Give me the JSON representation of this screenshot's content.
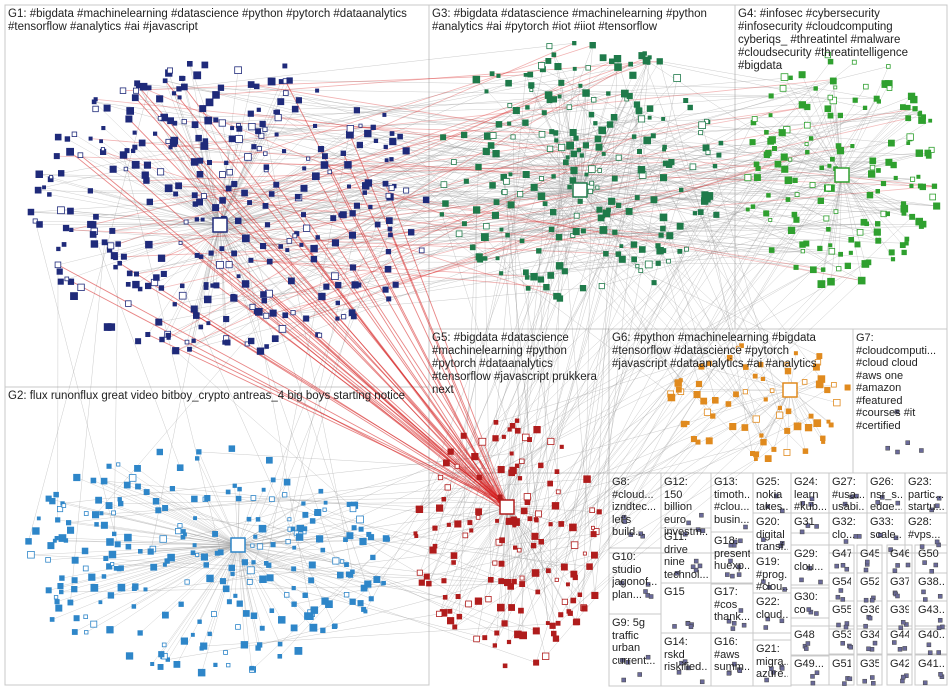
{
  "graph": {
    "groups": [
      {
        "id": "G1",
        "label": "G1: #bigdata #machinelearning #datascience #python #pytorch #dataanalytics\n#tensorflow #analytics #ai #javascript",
        "color": "#1f2a7a"
      },
      {
        "id": "G2",
        "label": "G2: flux runonflux great video bitboy_crypto antreas_4 big boys starting notice",
        "color": "#2e86c9"
      },
      {
        "id": "G3",
        "label": "G3: #bigdata #datascience #machinelearning #python\n#analytics #ai #pytorch #iot #iiot #tensorflow",
        "color": "#1f7a4a"
      },
      {
        "id": "G4",
        "label": "G4: #infosec #cybersecurity\n#infosecurity #cloudcomputing\ncyberiqs_ #threatintel #malware\n#cloudsecurity #threatintelligence\n#bigdata",
        "color": "#2fa02f"
      },
      {
        "id": "G5",
        "label": "G5: #bigdata #datascience\n#machinelearning #python\n#pytorch #dataanalytics\n#tensorflow #javascript prukkera\nnext",
        "color": "#b01c1c"
      },
      {
        "id": "G6",
        "label": "G6: #python #machinelearning #bigdata\n#tensorflow #datascience #pytorch\n#javascript #dataanalytics #ai #analytics",
        "color": "#e08a1e"
      },
      {
        "id": "G7",
        "label": "G7:\n#cloudcomputi...\n#cloud cloud\n#aws one\n#amazon\n#featured\n#courses #it\n#certified",
        "color": "#888888"
      },
      {
        "id": "G8",
        "label": "G8:\n#cloud...\niznd​tec...\nlet's\nbuild...",
        "color": "#888888"
      },
      {
        "id": "G12",
        "label": "G12: 150\nbillion\neuro\ninvestm...",
        "color": "#888888"
      },
      {
        "id": "G13",
        "label": "G13:\ntimoth...\n#clou...\nbusin...",
        "color": "#888888"
      },
      {
        "id": "G25",
        "label": "G25:\nnokia\ntakes...",
        "color": "#888888"
      },
      {
        "id": "G24",
        "label": "G24:\nlearn\n#kub...",
        "color": "#888888"
      },
      {
        "id": "G27",
        "label": "G27:\n#usa...\nusabi...",
        "color": "#888888"
      },
      {
        "id": "G26",
        "label": "G26:\nnsr_s...\nedge...",
        "color": "#888888"
      },
      {
        "id": "G23",
        "label": "G23:\npartic...\nstartu...",
        "color": "#888888"
      },
      {
        "id": "G11",
        "label": "G11:\ndrive\nnine\ntechnol...",
        "color": "#888888"
      },
      {
        "id": "G18",
        "label": "G18:\npresent\nhuexp...",
        "color": "#888888"
      },
      {
        "id": "G20",
        "label": "G20:\ndigital\ntransf...",
        "color": "#888888"
      },
      {
        "id": "G31",
        "label": "G31",
        "color": "#888888"
      },
      {
        "id": "G32",
        "label": "G32:\nclo...",
        "color": "#888888"
      },
      {
        "id": "G33",
        "label": "G33:\nscale...",
        "color": "#888888"
      },
      {
        "id": "G28",
        "label": "G28:\n#vps...",
        "color": "#888888"
      },
      {
        "id": "G10",
        "label": "G10:\nstudio\njagonof...\nplan...",
        "color": "#888888"
      },
      {
        "id": "G19",
        "label": "G19:\n#prog...\n#clou...",
        "color": "#888888"
      },
      {
        "id": "G29",
        "label": "G29:\nclou...",
        "color": "#888888"
      },
      {
        "id": "G47",
        "label": "G47...",
        "color": "#888888"
      },
      {
        "id": "G45",
        "label": "G45...",
        "color": "#888888"
      },
      {
        "id": "G46",
        "label": "G46...",
        "color": "#888888"
      },
      {
        "id": "G50",
        "label": "G50",
        "color": "#888888"
      },
      {
        "id": "G15",
        "label": "G15",
        "color": "#888888"
      },
      {
        "id": "G17",
        "label": "G17:\n#cos\nthank...",
        "color": "#888888"
      },
      {
        "id": "G30",
        "label": "G30:\nco",
        "color": "#888888"
      },
      {
        "id": "G54",
        "label": "G54...",
        "color": "#888888"
      },
      {
        "id": "G52",
        "label": "G52",
        "color": "#888888"
      },
      {
        "id": "G37",
        "label": "G37...",
        "color": "#888888"
      },
      {
        "id": "G38",
        "label": "G38...",
        "color": "#888888"
      },
      {
        "id": "G22",
        "label": "G22:\ncloud...",
        "color": "#888888"
      },
      {
        "id": "G55",
        "label": "G55...",
        "color": "#888888"
      },
      {
        "id": "G36",
        "label": "G36",
        "color": "#888888"
      },
      {
        "id": "G39",
        "label": "G39...",
        "color": "#888888"
      },
      {
        "id": "G43",
        "label": "G43...",
        "color": "#888888"
      },
      {
        "id": "G9",
        "label": "G9: 5g\ntraffic\nurban\ncurrent...",
        "color": "#888888"
      },
      {
        "id": "G14",
        "label": "G14:\nrskd\nriskified...",
        "color": "#888888"
      },
      {
        "id": "G16",
        "label": "G16:\n#aws\nsumm...",
        "color": "#888888"
      },
      {
        "id": "G48",
        "label": "G48",
        "color": "#888888"
      },
      {
        "id": "G53",
        "label": "G53...",
        "color": "#888888"
      },
      {
        "id": "G34",
        "label": "G34...",
        "color": "#888888"
      },
      {
        "id": "G44",
        "label": "G44...",
        "color": "#888888"
      },
      {
        "id": "G40",
        "label": "G40...",
        "color": "#888888"
      },
      {
        "id": "G21",
        "label": "G21:\nmigra...\nazure...",
        "color": "#888888"
      },
      {
        "id": "G49",
        "label": "G49...",
        "color": "#888888"
      },
      {
        "id": "G51",
        "label": "G51...",
        "color": "#888888"
      },
      {
        "id": "G35",
        "label": "G35...",
        "color": "#888888"
      },
      {
        "id": "G42",
        "label": "G42...",
        "color": "#888888"
      },
      {
        "id": "G41",
        "label": "G41...",
        "color": "#888888"
      }
    ],
    "edge_colors": {
      "intra": "#9a9a9a",
      "inter_highlight": "#d62020"
    }
  }
}
